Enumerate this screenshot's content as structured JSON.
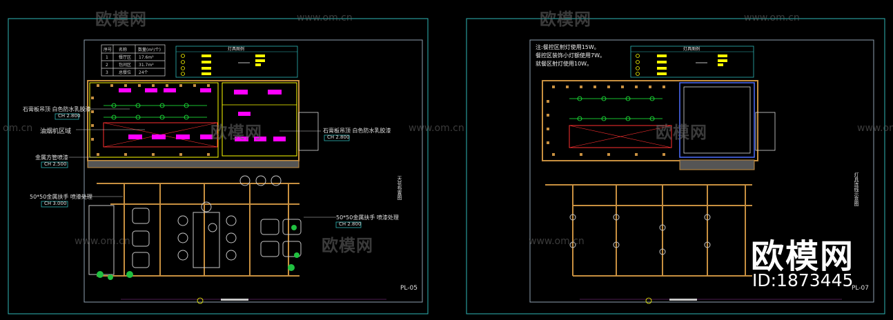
{
  "watermark": {
    "brand_cn": "欧模网",
    "url": "www.om.cn",
    "url_partial": "om.cn"
  },
  "brand_badge": {
    "name": "欧模网",
    "id_text": "ID:1873445"
  },
  "left_plan": {
    "table_headers": [
      "序号",
      "名称",
      "数量(m²/个)"
    ],
    "table_rows": [
      {
        "no": "1",
        "name": "餐厅区",
        "qty": "17.6m²"
      },
      {
        "no": "2",
        "name": "包间区",
        "qty": "31.7m²"
      },
      {
        "no": "3",
        "name": "总餐位",
        "qty": "24个"
      }
    ],
    "legend_title": "灯具图例",
    "labels": {
      "ceiling_1": "石膏板吊顶 白色防水乳胶漆",
      "ch_1": "CH 2.800",
      "smoke": "油烟机区域",
      "ceiling_2": "石膏板吊顶 白色防水乳胶漆",
      "ch_2": "CH 2.800",
      "metal": "金属方管喷漆",
      "ch_3": "CH 2.500",
      "profile_1": "50*50金属扶手 喷漆处理",
      "ch_4": "CH 3.000",
      "profile_2": "50*50金属扶手 喷漆处理",
      "ch_5": "CH 2.800"
    },
    "side_title": "天花布置图",
    "sheet_no": "PL-05"
  },
  "right_plan": {
    "notes": [
      "注:餐控区射灯使用15W。",
      "   餐控区装饰小灯额使用7W。",
      "   就餐区射灯使用10W。"
    ],
    "legend_title": "灯具图例",
    "side_title": "灯具连线示意图",
    "sheet_no": "PL-07"
  },
  "colors": {
    "frame": "#2fb7b7",
    "wall": "#c89040",
    "magenta": "#ff00ff",
    "yellow": "#ffff00",
    "red": "#ff3030",
    "green": "#20ff40",
    "blue": "#4f6fff"
  }
}
